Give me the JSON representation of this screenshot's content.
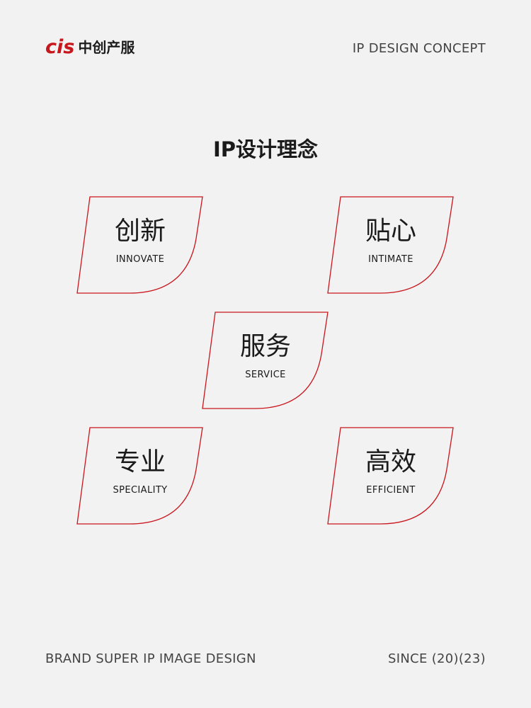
{
  "brand": {
    "logo_mark": "cis",
    "logo_name": "中创产服"
  },
  "header": {
    "right_text": "IP DESIGN CONCEPT"
  },
  "title": "IP设计理念",
  "cards": [
    {
      "cn": "创新",
      "en": "INNOVATE"
    },
    {
      "cn": "贴心",
      "en": "INTIMATE"
    },
    {
      "cn": "服务",
      "en": "SERVICE"
    },
    {
      "cn": "专业",
      "en": "SPECIALITY"
    },
    {
      "cn": "高效",
      "en": "EFFICIENT"
    }
  ],
  "footer": {
    "left": "BRAND SUPER IP IMAGE DESIGN",
    "right": "SINCE (20)(23)"
  },
  "colors": {
    "accent": "#c8161d",
    "background": "#f3f2f2"
  }
}
